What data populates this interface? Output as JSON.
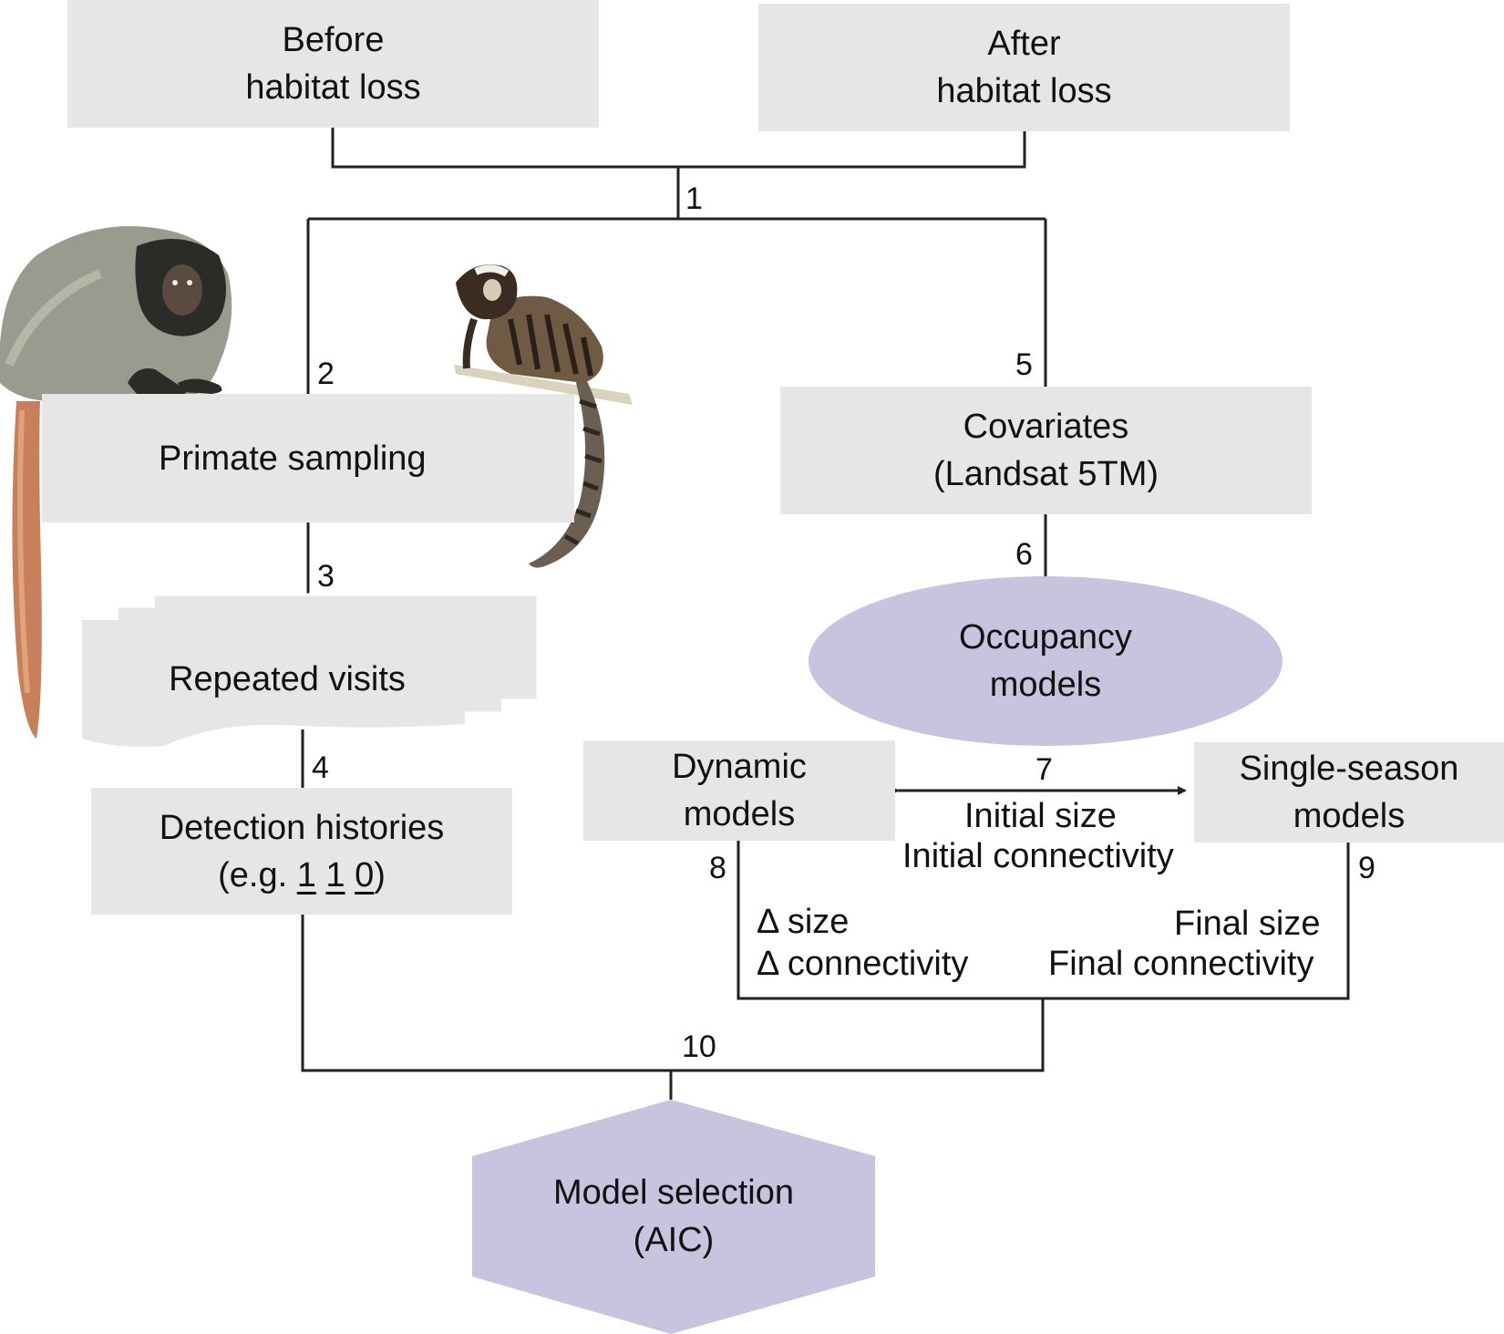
{
  "nodes": {
    "before": {
      "line1": "Before",
      "line2": "habitat loss"
    },
    "after": {
      "line1": "After",
      "line2": "habitat loss"
    },
    "primate_sampling": {
      "label": "Primate sampling"
    },
    "covariates": {
      "line1": "Covariates",
      "line2": "(Landsat 5TM)"
    },
    "repeated_visits": {
      "label": "Repeated visits"
    },
    "occupancy": {
      "line1": "Occupancy",
      "line2": "models"
    },
    "detection": {
      "line1": "Detection histories",
      "prefix": "(e.g. ",
      "d1": "1",
      "d2": "1",
      "d3": "0",
      "suffix": ")"
    },
    "dynamic": {
      "line1": "Dynamic",
      "line2": "models"
    },
    "single_season": {
      "line1": "Single-season",
      "line2": "models"
    },
    "model_selection": {
      "line1": "Model selection",
      "line2": "(AIC)"
    }
  },
  "edge_labels": {
    "e1": "1",
    "e2": "2",
    "e3": "3",
    "e4": "4",
    "e5": "5",
    "e6": "6",
    "e7": "7",
    "e8": "8",
    "e9": "9",
    "e10": "10"
  },
  "annotations": {
    "initial_size": "Initial size",
    "initial_connectivity": "Initial connectivity",
    "delta_size": "Δ size",
    "delta_connectivity": "Δ connectivity",
    "final_size": "Final size",
    "final_connectivity": "Final connectivity"
  },
  "illustrations": {
    "left": "monkey-illustration",
    "right": "marmoset-illustration"
  },
  "colors": {
    "box_fill": "#e6e6e6",
    "ellipse_fill": "#c8c4e0",
    "line": "#222222"
  }
}
